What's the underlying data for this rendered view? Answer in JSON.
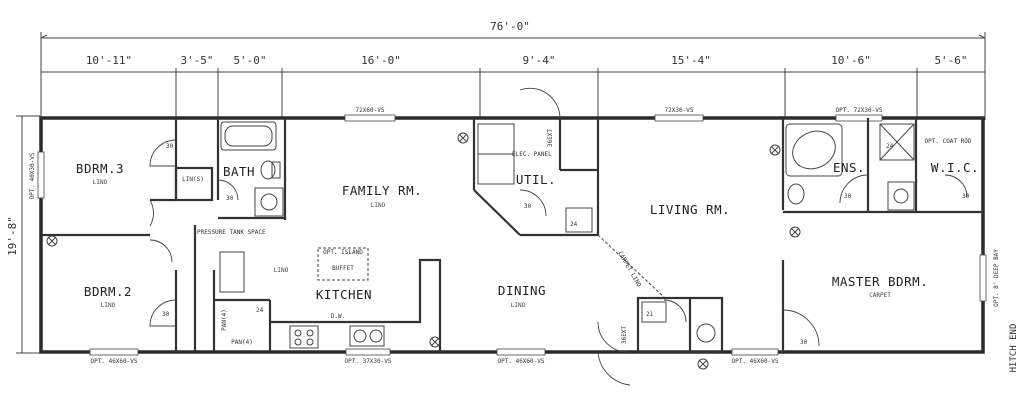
{
  "overall_dimension": "76'-0\"",
  "side_dimension": "19'-8\"",
  "segment_dimensions": [
    "10'-11\"",
    "3'-5\"",
    "5'-0\"",
    "16'-0\"",
    "9'-4\"",
    "15'-4\"",
    "10'-6\"",
    "5'-6\""
  ],
  "rooms": {
    "bdrm3": {
      "name": "BDRM.3",
      "floor": "LINO"
    },
    "bdrm2": {
      "name": "BDRM.2",
      "floor": "LINO"
    },
    "bath": {
      "name": "BATH",
      "floor": ""
    },
    "family": {
      "name": "FAMILY RM.",
      "floor": "LINO"
    },
    "util": {
      "name": "UTIL.",
      "floor": ""
    },
    "living": {
      "name": "LIVING RM.",
      "floor": ""
    },
    "ens": {
      "name": "ENS.",
      "floor": ""
    },
    "wic": {
      "name": "W.I.C.",
      "floor": ""
    },
    "kitchen": {
      "name": "KITCHEN",
      "floor": "LINO"
    },
    "dining": {
      "name": "DINING",
      "floor": "LINO"
    },
    "master": {
      "name": "MASTER BDRM.",
      "floor": "CARPET"
    }
  },
  "notes": {
    "hitch_end": "HITCH END",
    "pressure_tank": "PRESSURE TANK SPACE",
    "elec_panel": "ELEC. PANEL",
    "dw": "D.W.",
    "carpet_lino": "CARPET LINO",
    "opt_deep_bay": "OPT. 8' DEEP BAY",
    "opt_coat_rod": "OPT. COAT ROD",
    "shelf_lin": "LIN(S)",
    "pan4_a": "PAN(4)",
    "pan4_b": "PAN(4)",
    "lino_kitchen": "LINO",
    "island": "OPT. ISLAND",
    "buffet": "BUFFET"
  },
  "windows": {
    "top_family": "72X60-VS",
    "top_living": "72X30-VS",
    "top_master": "OPT. 72X30-VS",
    "left_bdrm3": "OPT. 40X30-VS",
    "bottom_bdrm2": "OPT. 46X60-VS",
    "bottom_kitchen": "OPT. 37X30-VS",
    "bottom_dining": "OPT. 46X60-VS",
    "bottom_living": "OPT. 46X60-VS"
  },
  "door_sizes": [
    "30",
    "30",
    "30",
    "30",
    "30",
    "30",
    "30",
    "24",
    "24",
    "24",
    "21",
    "36EXT",
    "36EXT"
  ]
}
